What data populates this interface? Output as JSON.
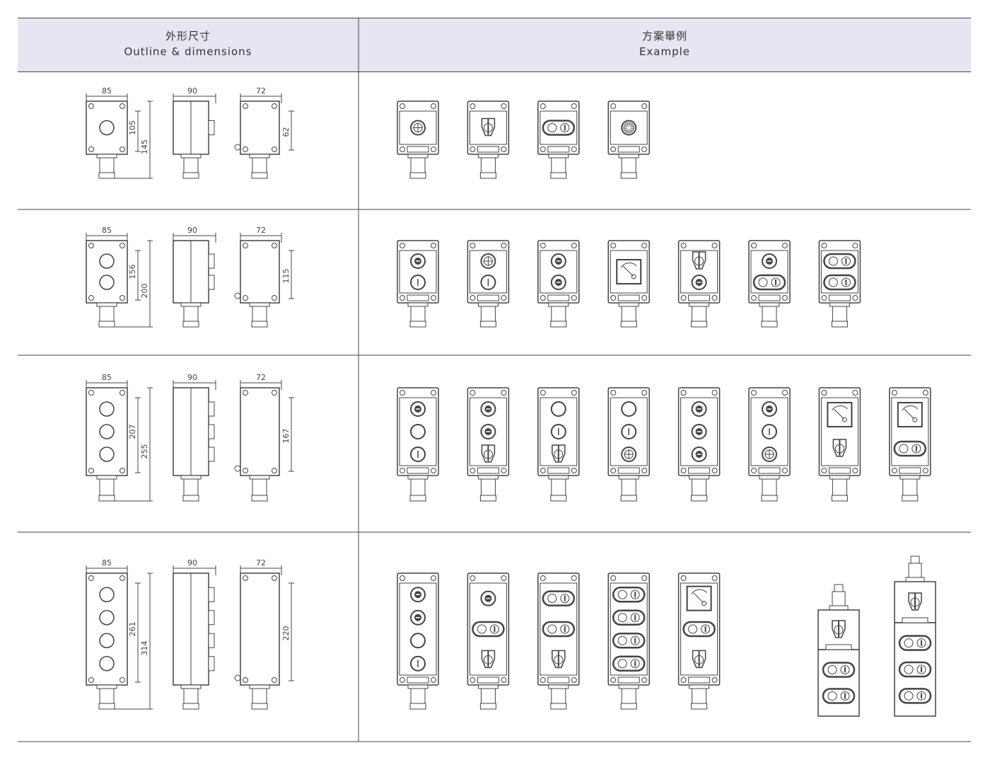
{
  "header": {
    "outline_cn": "外形尺寸",
    "outline_en": "Outline & dimensions",
    "example_cn": "方案舉例",
    "example_en": "Example"
  },
  "rows": [
    {
      "dims": {
        "width": "85",
        "depth": "90",
        "top_width": "72",
        "inner_height": "105",
        "overall_height": "145",
        "side_height": "62"
      },
      "examples": [
        [
          "cross-lamp"
        ],
        [
          "selector"
        ],
        [
          "dual-button"
        ],
        [
          "buzzer"
        ]
      ]
    },
    {
      "dims": {
        "width": "85",
        "depth": "90",
        "top_width": "72",
        "inner_height": "156",
        "overall_height": "200",
        "side_height": "115"
      },
      "examples": [
        [
          "lamp",
          "button"
        ],
        [
          "cross-lamp",
          "button"
        ],
        [
          "lamp",
          "lamp"
        ],
        [
          "meter"
        ],
        [
          "selector",
          "lamp"
        ],
        [
          "lamp",
          "dual-button"
        ],
        [
          "dual-button",
          "dual-button"
        ]
      ]
    },
    {
      "dims": {
        "width": "85",
        "depth": "90",
        "top_width": "72",
        "inner_height": "207",
        "overall_height": "255",
        "side_height": "167"
      },
      "examples": [
        [
          "lamp",
          "blank",
          "button"
        ],
        [
          "lamp",
          "lamp",
          "selector"
        ],
        [
          "blank",
          "button",
          "selector"
        ],
        [
          "blank",
          "button",
          "cross-lamp"
        ],
        [
          "lamp",
          "lamp",
          "lamp"
        ],
        [
          "lamp",
          "button",
          "cross-lamp"
        ],
        [
          "meter",
          "selector"
        ],
        [
          "meter",
          "dual-button"
        ]
      ]
    },
    {
      "dims": {
        "width": "85",
        "depth": "90",
        "top_width": "72",
        "inner_height": "261",
        "overall_height": "314",
        "side_height": "220"
      },
      "examples": [
        [
          "lamp",
          "lamp",
          "blank",
          "button"
        ],
        [
          "lamp",
          "dual-button",
          "selector"
        ],
        [
          "dual-button",
          "dual-button",
          "selector"
        ],
        [
          "dual-button",
          "dual-button",
          "dual-button",
          "dual-button"
        ],
        [
          "meter",
          "dual-button",
          "selector"
        ]
      ],
      "pendants": [
        {
          "top": [
            "selector"
          ],
          "bottom": [
            "dual-button",
            "dual-button"
          ]
        },
        {
          "top": [
            "selector"
          ],
          "bottom": [
            "dual-button",
            "dual-button",
            "dual-button"
          ]
        }
      ]
    }
  ]
}
